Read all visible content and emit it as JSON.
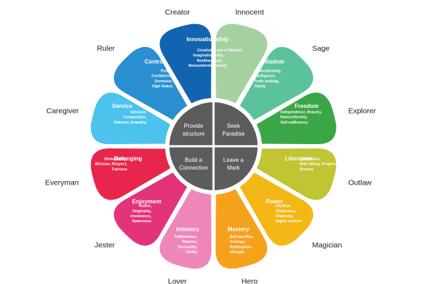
{
  "core": [
    {
      "id": "tl",
      "lines": [
        "Provide",
        "structure"
      ]
    },
    {
      "id": "tr",
      "lines": [
        "Seek",
        "Paradise"
      ]
    },
    {
      "id": "bl",
      "lines": [
        "Build a",
        "Connection"
      ]
    },
    {
      "id": "br",
      "lines": [
        "Leave a",
        "Mark"
      ]
    }
  ],
  "segments": [
    {
      "archetype": "Innocent",
      "title": "Safety",
      "traits": [
        "Sense of Wonder,",
        "Purity,",
        "Trust,",
        "Honesty"
      ],
      "color": "#a5d1a1"
    },
    {
      "archetype": "Sage",
      "title": "Wisdom",
      "traits": [
        "Understanding,",
        "Intelligence,",
        "Truth seeking,",
        "Clarity"
      ],
      "color": "#5bc39b"
    },
    {
      "archetype": "Explorer",
      "title": "Freedom",
      "traits": [
        "Independence, Bravery,",
        "Nonconformity,",
        "Self-sufficiency"
      ],
      "color": "#3aa747"
    },
    {
      "archetype": "Outlaw",
      "title": "Liberation",
      "traits": [
        "Leadership,",
        "Risk taking, Progressive,",
        "Bravery"
      ],
      "color": "#c1c433"
    },
    {
      "archetype": "Magician",
      "title": "Power",
      "traits": [
        "Intuition,",
        "Cleverness,",
        "Charisma,",
        "Highly evolved"
      ],
      "color": "#f3b716"
    },
    {
      "archetype": "Hero",
      "title": "Mastery",
      "traits": [
        "Self-sacrifice,",
        "Courage,",
        "Redemption,",
        "strength"
      ],
      "color": "#f5a11c"
    },
    {
      "archetype": "Lover",
      "title": "Intimacy",
      "traits": [
        "Faithfulness,",
        "Passion,",
        "Sensuality,",
        "Vitality"
      ],
      "color": "#ee86b7"
    },
    {
      "archetype": "Jester",
      "title": "Enjoyment",
      "traits": [
        "Humor,",
        "Originality,",
        "Irreverence,",
        "Awareness"
      ],
      "color": "#e3337a"
    },
    {
      "archetype": "Everyman",
      "title": "Belonging",
      "traits": [
        "Stewardship,",
        "Altruism, Respect,",
        "Fairness"
      ],
      "color": "#e8264b"
    },
    {
      "archetype": "Caregiver",
      "title": "Service",
      "traits": [
        "Altruism,",
        "Compassion,",
        "Patience, Empathy"
      ],
      "color": "#4cc3ec"
    },
    {
      "archetype": "Ruler",
      "title": "Control",
      "traits": [
        "Power,",
        "Confidence,",
        "Dominion,",
        "High Status"
      ],
      "color": "#2a8fd0"
    },
    {
      "archetype": "Creator",
      "title": "Innovation",
      "traits": [
        "Creativity,",
        "Imagination,",
        "Nonlinear,",
        "Nonconformity"
      ],
      "color": "#1264b0"
    }
  ],
  "colors": {
    "core": "#5c5c5c",
    "background": "#ffffff",
    "label": "#1a1a1a"
  }
}
